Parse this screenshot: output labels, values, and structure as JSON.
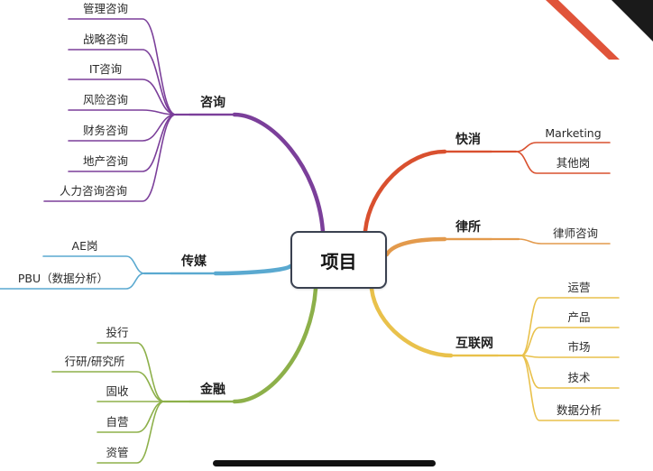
{
  "center": {
    "label": "项目"
  },
  "branches": [
    {
      "id": "consulting",
      "label": "咨询",
      "color": "#7b3f9a",
      "leaves": [
        "管理咨询",
        "战略咨询",
        "IT咨询",
        "风险咨询",
        "财务咨询",
        "地产咨询",
        "人力咨询咨询"
      ]
    },
    {
      "id": "media",
      "label": "传媒",
      "color": "#5aa9d0",
      "leaves": [
        "AE岗",
        "PBU（数据分析）"
      ]
    },
    {
      "id": "finance",
      "label": "金融",
      "color": "#8db04a",
      "leaves": [
        "投行",
        "行研/研究所",
        "固收",
        "自营",
        "资管"
      ]
    },
    {
      "id": "fmcg",
      "label": "快消",
      "color": "#d9502f",
      "leaves": [
        "Marketing",
        "其他岗"
      ]
    },
    {
      "id": "lawfirm",
      "label": "律所",
      "color": "#e39a4c",
      "leaves": [
        "律师咨询"
      ]
    },
    {
      "id": "internet",
      "label": "互联网",
      "color": "#e9c14b",
      "leaves": [
        "运营",
        "产品",
        "市场",
        "技术",
        "数据分析"
      ]
    }
  ],
  "decor": {
    "corner_stripe_color": "#e0543a",
    "corner_dark_color": "#1a1a1a"
  }
}
